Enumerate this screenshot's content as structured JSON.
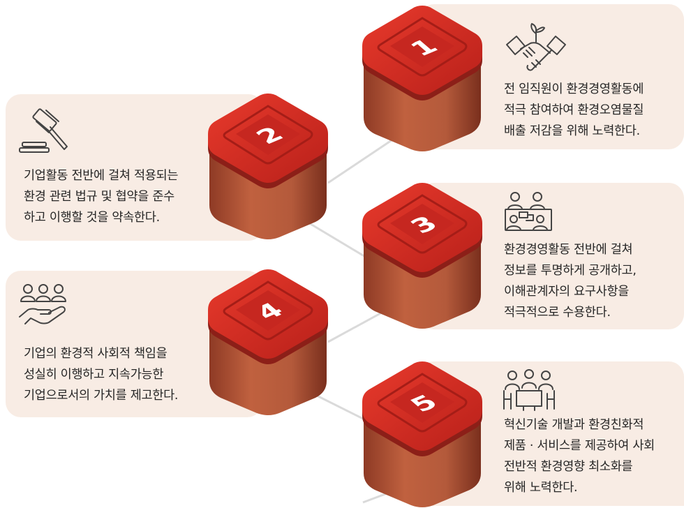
{
  "pledges": [
    {
      "number": "1",
      "lines": [
        "전 임직원이 환경경영활동에",
        "적극 참여하여 환경오염물질",
        "배출 저감을 위해 노력한다."
      ],
      "icon": "handshake-plant-icon"
    },
    {
      "number": "2",
      "lines": [
        "기업활동 전반에 걸쳐 적용되는",
        "환경 관련 법규 및 협약을 준수",
        "하고 이행할 것을 약속한다."
      ],
      "icon": "gavel-icon"
    },
    {
      "number": "3",
      "lines": [
        "환경경영활동 전반에 걸쳐",
        "정보를 투명하게 공개하고,",
        "이해관계자의 요구사항을",
        "적극적으로 수용한다."
      ],
      "icon": "meeting-people-icon"
    },
    {
      "number": "4",
      "lines": [
        "기업의 환경적 사회적 책임을",
        "성실히 이행하고 지속가능한",
        "기업으로서의 가치를 제고한다."
      ],
      "icon": "people-in-hand-icon"
    },
    {
      "number": "5",
      "lines": [
        "혁신기술 개발과 환경친화적",
        "제품 · 서비스를 제공하여 사회",
        "전반적 환경영향 최소화를",
        "위해 노력한다."
      ],
      "icon": "conference-table-icon"
    }
  ],
  "colors": {
    "card_bg": "#f8ece4",
    "cube_top_red": "#d42a22",
    "cube_side": "#b5543a",
    "connector": "#d9d9d9"
  }
}
